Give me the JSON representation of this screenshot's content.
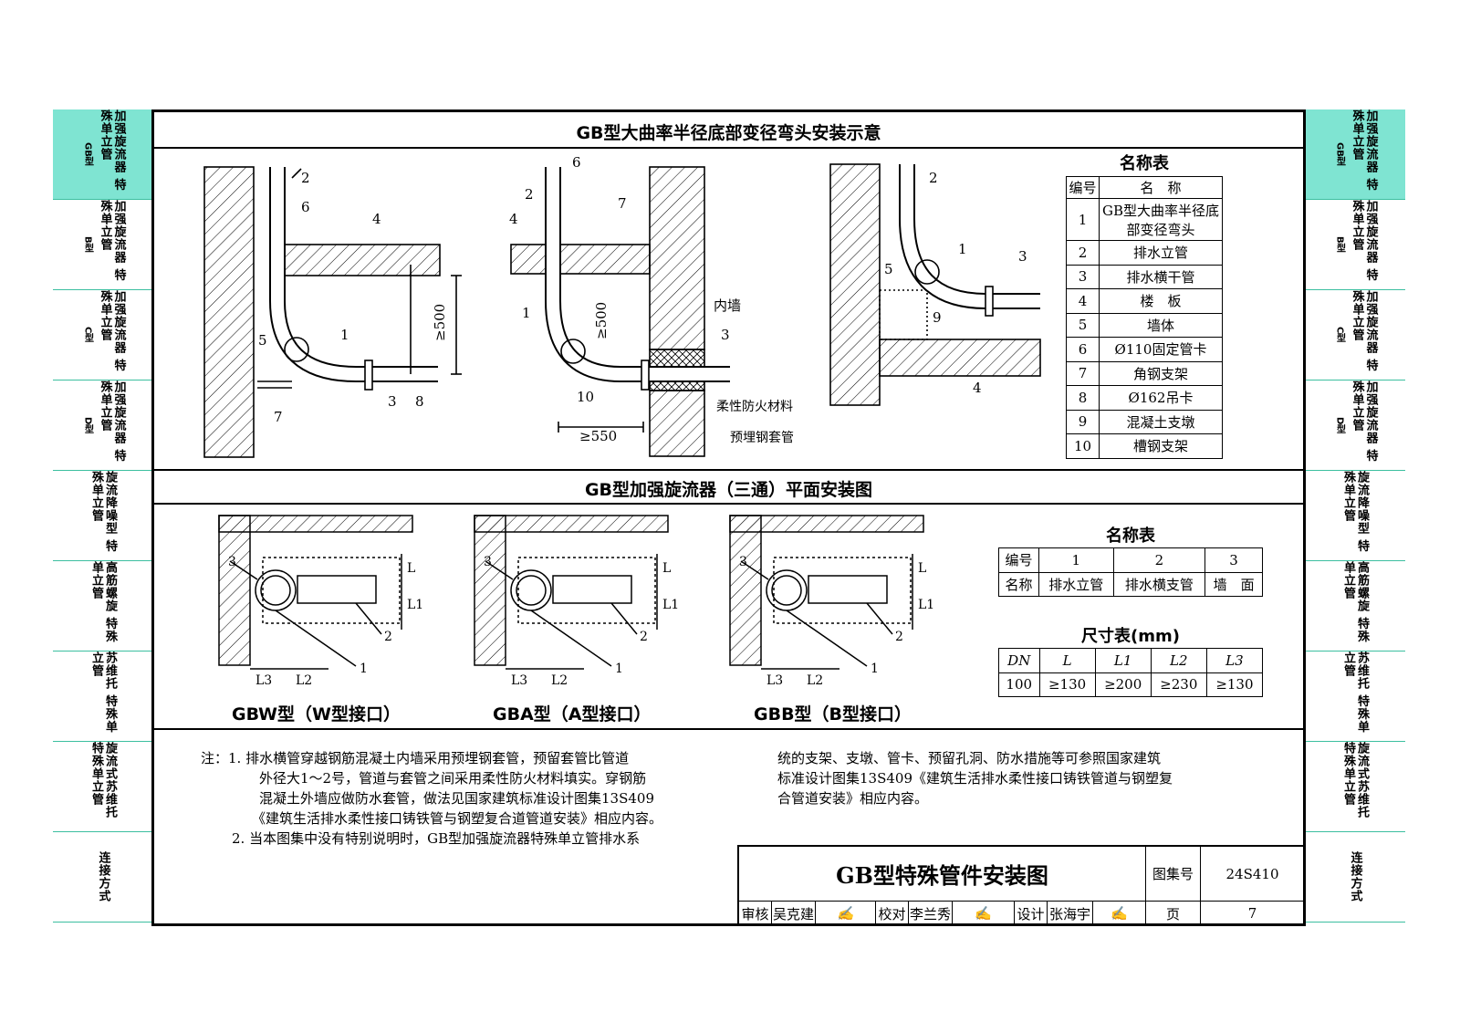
{
  "left_tabs": [
    {
      "pre": "GB型",
      "text": "加强旋流器 特殊单立管",
      "active": true
    },
    {
      "pre": "B型",
      "text": "加强旋流器 特殊单立管",
      "active": false
    },
    {
      "pre": "C型",
      "text": "加强旋流器 特殊单立管",
      "active": false
    },
    {
      "pre": "D型",
      "text": "加强旋流器 特殊单立管",
      "active": false
    },
    {
      "pre": "",
      "text": "旋流降噪型 特殊单立管",
      "active": false
    },
    {
      "pre": "",
      "text": "高筋螺旋 特殊单立管",
      "active": false
    },
    {
      "pre": "",
      "text": "苏维托 特殊单立管",
      "active": false
    },
    {
      "pre": "",
      "text": "旋流式苏维托 特殊单立管",
      "active": false
    },
    {
      "pre": "",
      "text": "连接方式",
      "active": false
    }
  ],
  "section1_title": "GB型大曲率半径底部变径弯头安装示意",
  "section2_title": "GB型加强旋流器（三通）平面安装图",
  "drawing1": {
    "dim_500": "≥500",
    "dim_550": "≥550",
    "label_inner_wall": "内墙",
    "label_fire_material": "柔性防火材料",
    "label_steel_sleeve": "预埋钢套管"
  },
  "name_table_1": {
    "caption": "名称表",
    "header": [
      "编号",
      "名　称"
    ],
    "rows": [
      [
        "1",
        "GB型大曲率半径底部变径弯头"
      ],
      [
        "2",
        "排水立管"
      ],
      [
        "3",
        "排水横干管"
      ],
      [
        "4",
        "楼　板"
      ],
      [
        "5",
        "墙体"
      ],
      [
        "6",
        "Ø110固定管卡"
      ],
      [
        "7",
        "角钢支架"
      ],
      [
        "8",
        "Ø162吊卡"
      ],
      [
        "9",
        "混凝土支墩"
      ],
      [
        "10",
        "槽钢支架"
      ]
    ]
  },
  "plan_captions": [
    "GBW型（W型接口）",
    "GBA型（A型接口）",
    "GBB型（B型接口）"
  ],
  "name_table_2": {
    "caption": "名称表",
    "row1": [
      "编号",
      "1",
      "2",
      "3"
    ],
    "row2": [
      "名称",
      "排水立管",
      "排水横支管",
      "墙　面"
    ]
  },
  "size_table": {
    "caption": "尺寸表(mm)",
    "header": [
      "DN",
      "L",
      "L1",
      "L2",
      "L3"
    ],
    "row": [
      "100",
      "≥130",
      "≥200",
      "≥230",
      "≥130"
    ]
  },
  "notes": {
    "label": "注：",
    "n1_num": "1.",
    "n1_l1": "排水横管穿越钢筋混凝土内墙采用预埋钢套管，预留套管比管道",
    "n1_l2": "外径大1～2号，管道与套管之间采用柔性防火材料填实。穿钢筋",
    "n1_l3": "混凝土外墙应做防水套管，做法见国家建筑标准设计图集13S409",
    "n1_l4": "《建筑生活排水柔性接口铸铁管与钢塑复合道管道安装》相应内容。",
    "n2_num": "2.",
    "n2_l1": "当本图集中没有特别说明时，GB型加强旋流器特殊单立管排水系",
    "n2_l2": "统的支架、支墩、管卡、预留孔洞、防水措施等可参照国家建筑",
    "n2_l3": "标准设计图集13S409《建筑生活排水柔性接口铸铁管道与钢塑复",
    "n2_l4": "合管道安装》相应内容。"
  },
  "title_block": {
    "title": "GB型特殊管件安装图",
    "atlas_label": "图集号",
    "atlas_no": "24S410",
    "review_label": "审核",
    "reviewer": "吴克建",
    "check_label": "校对",
    "checker": "李兰秀",
    "design_label": "设计",
    "designer": "张海宇",
    "page_label": "页",
    "page_no": "7"
  }
}
